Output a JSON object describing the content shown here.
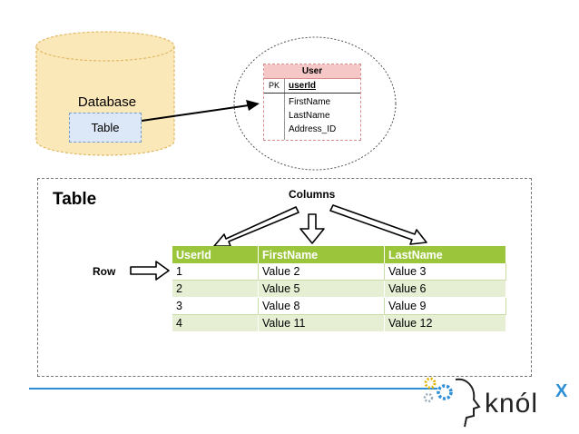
{
  "database": {
    "label": "Database",
    "table_label": "Table"
  },
  "entity": {
    "name": "User",
    "pk_tag": "PK",
    "pk_field": "userId",
    "fields": [
      "FirstName",
      "LastName",
      "Address_ID"
    ]
  },
  "table_section": {
    "title": "Table",
    "columns_label": "Columns",
    "row_label": "Row",
    "headers": [
      "UserId",
      "FirstName",
      "LastName"
    ],
    "rows": [
      [
        "1",
        "Value 2",
        "Value 3"
      ],
      [
        "2",
        "Value 5",
        "Value 6"
      ],
      [
        "3",
        "Value 8",
        "Value 9"
      ],
      [
        "4",
        "Value 11",
        "Value 12"
      ]
    ]
  },
  "brand": {
    "text": "knól",
    "superscript": "X"
  },
  "colors": {
    "header_green": "#9bc63b",
    "row_alt": "#e6efd4",
    "cylinder": "#fbe8b8",
    "entity_header": "#f6c7c7",
    "accent_blue": "#2d8fd8"
  }
}
